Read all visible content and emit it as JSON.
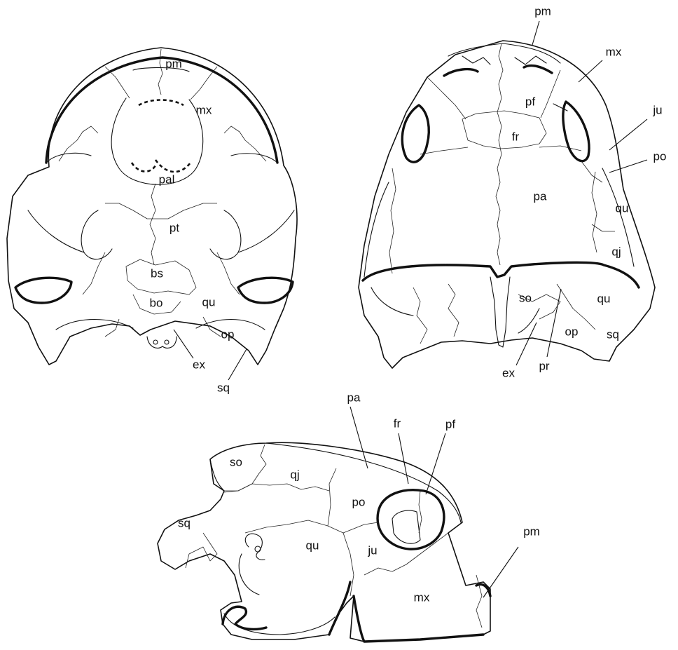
{
  "views": [
    {
      "id": "ventral",
      "labels": [
        "pm",
        "mx",
        "pal",
        "pt",
        "bs",
        "bo",
        "qu",
        "op",
        "ex",
        "sq"
      ]
    },
    {
      "id": "dorsal",
      "labels": [
        "pm",
        "mx",
        "pf",
        "ju",
        "fr",
        "po",
        "pa",
        "qu",
        "qj",
        "so",
        "op",
        "sq",
        "ex",
        "pr"
      ]
    },
    {
      "id": "lateral",
      "labels": [
        "pa",
        "fr",
        "pf",
        "so",
        "qj",
        "po",
        "sq",
        "qu",
        "ju",
        "pm",
        "mx"
      ]
    }
  ]
}
